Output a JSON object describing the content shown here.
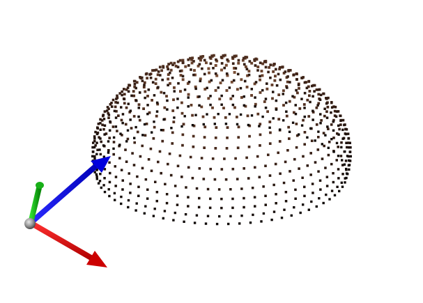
{
  "scene": {
    "background": "#ffffff",
    "point_cloud": {
      "shape": "dome",
      "point_colors": {
        "top": "#8a5a3e",
        "middle": "#4a2a1c",
        "bottom": "#0e0806"
      }
    },
    "axes_gizmo": {
      "x_axis": {
        "color": "#e00000",
        "icon": "x-axis-arrow"
      },
      "y_axis": {
        "color": "#10c010",
        "icon": "y-axis-arrow"
      },
      "z_axis": {
        "color": "#0000ee",
        "icon": "z-axis-arrow"
      },
      "origin_color": "#9a9a9a"
    }
  }
}
